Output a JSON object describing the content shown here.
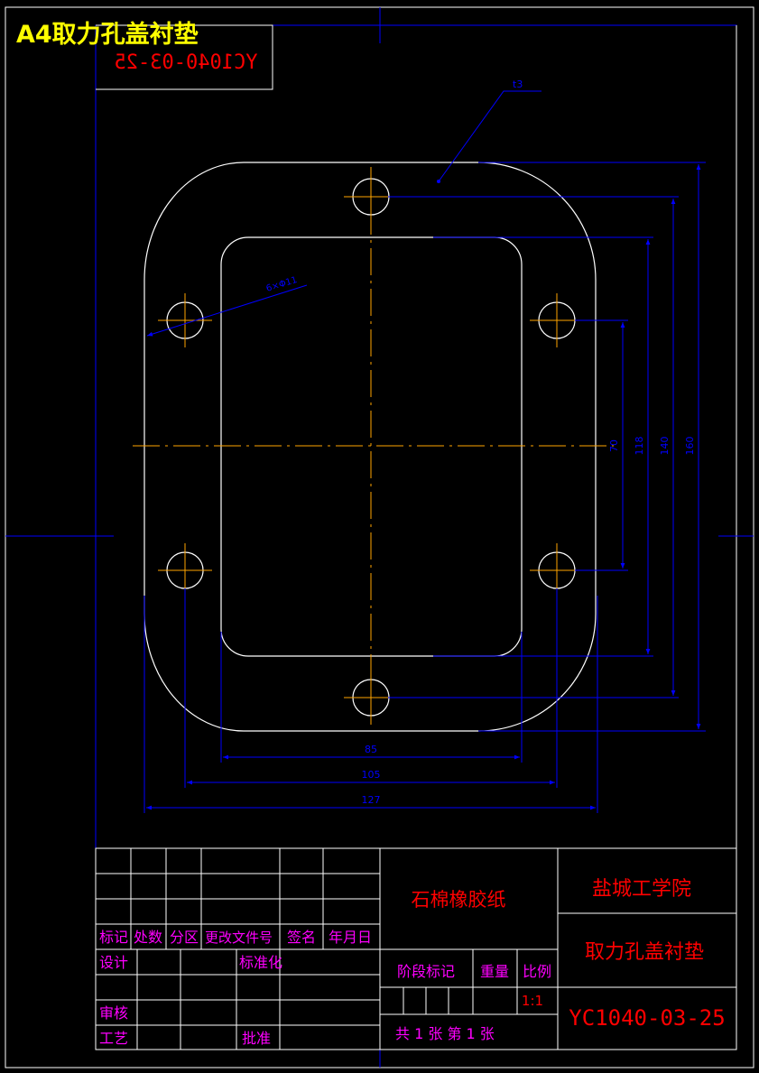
{
  "header": {
    "sheet_title": "A4取力孔盖衬垫",
    "mirrored_code": "YC1040-03-25"
  },
  "drawing": {
    "thickness_note": "t3",
    "hole_callout": "6×Φ11",
    "dimensions_vertical": [
      "70",
      "118",
      "140",
      "160"
    ],
    "dimensions_horizontal": [
      "85",
      "105",
      "127"
    ]
  },
  "title_block": {
    "rev_headers": [
      "标记",
      "处数",
      "分区",
      "更改文件号",
      "签名",
      "年月日"
    ],
    "design": "设计",
    "standardization": "标准化",
    "review": "审核",
    "process": "工艺",
    "approve": "批准",
    "material": "石棉橡胶纸",
    "stage_mark": "阶段标记",
    "weight": "重量",
    "scale_label": "比例",
    "scale_value": "1:1",
    "sheets": "共 1  张 第 1 张",
    "school": "盐城工学院",
    "part_name": "取力孔盖衬垫",
    "drawing_no": "YC1040-03-25"
  },
  "colors": {
    "frame": "#ffffff",
    "dimension": "#0000ff",
    "centerline": "#ffa500",
    "title_yellow": "#ffff00",
    "label_magenta": "#ff00ff",
    "text_red": "#ff0000"
  }
}
